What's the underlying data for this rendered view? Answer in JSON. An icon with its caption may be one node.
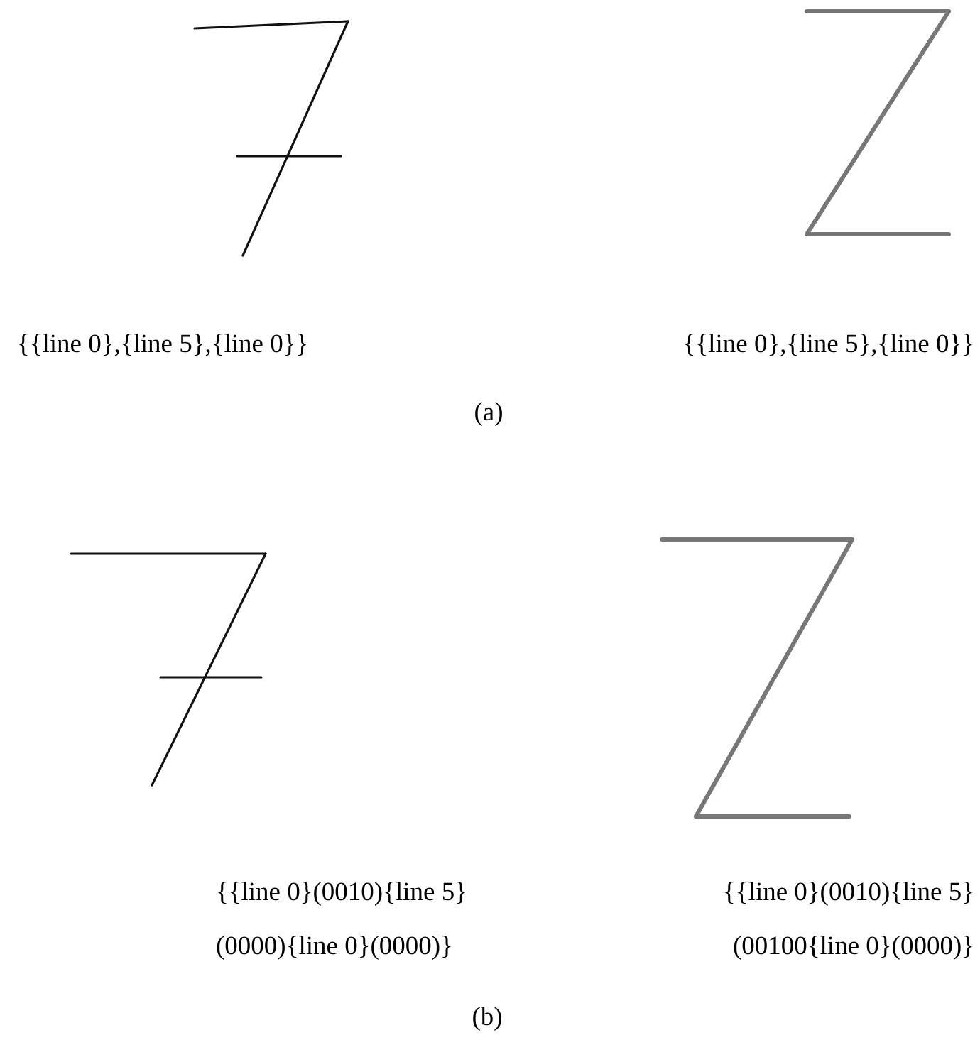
{
  "diagram": {
    "labels": [
      "{{line 0},{line 5},{line 0}}",
      "{{line 0},{line 5},{line 0}}",
      "(a)",
      "{{line 0}(0010){line 5}",
      "{{line 0}(0010){line 5}",
      "(0000){line 0}(0000)}",
      "(00100{line 0}(0000)}",
      "(b)"
    ]
  }
}
